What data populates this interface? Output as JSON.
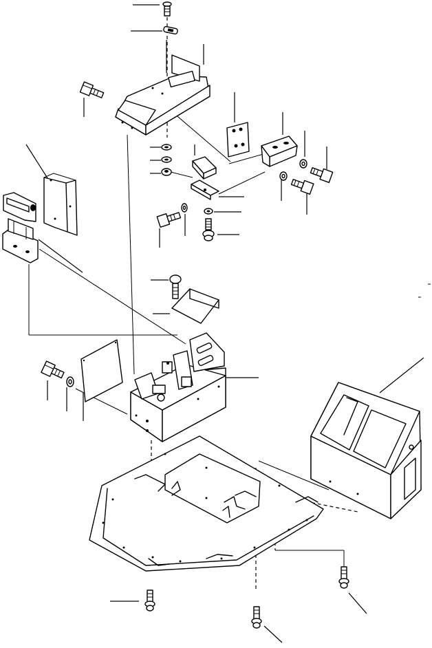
{
  "drawing": {
    "kind": "exploded parts diagram",
    "leader_count": 31,
    "stroke_color": "#000000",
    "background_color": "#ffffff"
  },
  "parts": [
    {
      "name": "screw-top",
      "icon": "screw-icon"
    },
    {
      "name": "clip-top",
      "icon": "clip-icon"
    },
    {
      "name": "upper-console-cover",
      "icon": "console-cover-icon"
    },
    {
      "name": "bolt-left",
      "icon": "bolt-icon"
    },
    {
      "name": "mounting-bracket",
      "icon": "bracket-icon"
    },
    {
      "name": "angle-bracket",
      "icon": "bracket-icon"
    },
    {
      "name": "rubber-block",
      "icon": "block-icon"
    },
    {
      "name": "washers-stack",
      "icon": "washer-icon"
    },
    {
      "name": "small-bracket",
      "icon": "bracket-icon"
    },
    {
      "name": "side-bracket-assembly",
      "icon": "bracket-icon"
    },
    {
      "name": "bolt-mid",
      "icon": "bolt-icon"
    },
    {
      "name": "cover-plate",
      "icon": "plate-icon"
    },
    {
      "name": "control-box",
      "icon": "box-icon"
    },
    {
      "name": "side-plate",
      "icon": "plate-icon"
    },
    {
      "name": "floor-plate",
      "icon": "floor-plate-icon"
    },
    {
      "name": "rear-console-housing",
      "icon": "housing-icon"
    },
    {
      "name": "floor-bolts",
      "icon": "bolt-icon"
    }
  ]
}
